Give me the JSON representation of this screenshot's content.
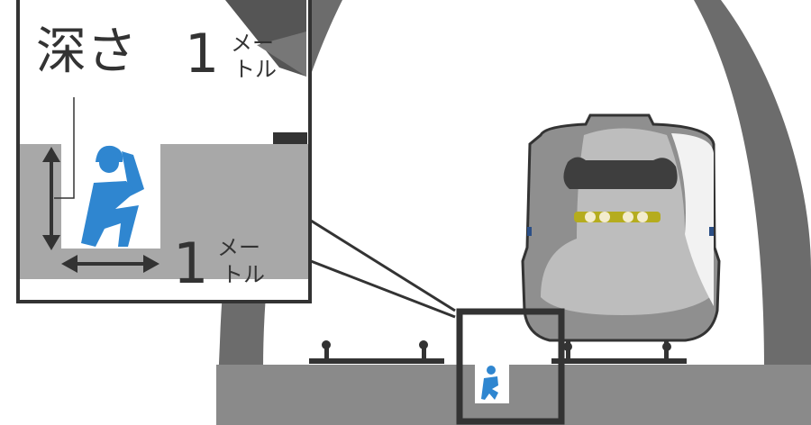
{
  "callout": {
    "depth_label": "深さ",
    "depth_value": "1",
    "depth_unit_top": "メー",
    "depth_unit_bottom": "トル",
    "width_value": "1",
    "width_unit_top": "メー",
    "width_unit_bottom": "トル"
  },
  "colors": {
    "tunnel": "#6c6c6c",
    "floor": "#8a8a8a",
    "pit_wall": "#a8a8a8",
    "worker": "#2f86d0",
    "outline": "#333333",
    "headlight_band": "#b5ac1e"
  }
}
